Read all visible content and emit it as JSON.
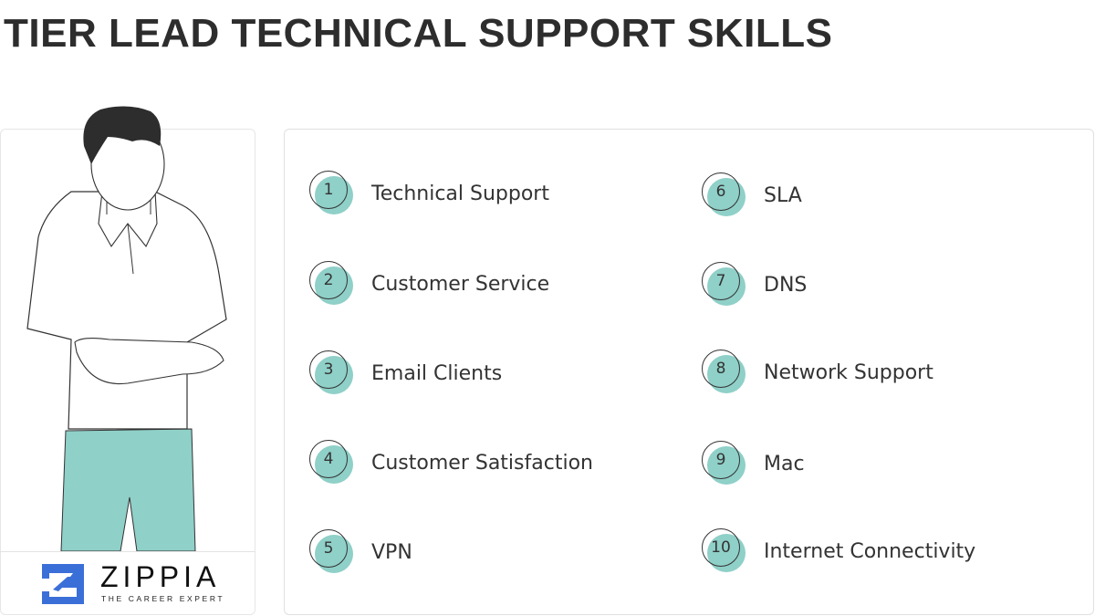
{
  "title": "TIER LEAD TECHNICAL SUPPORT SKILLS",
  "brand": {
    "name": "ZIPPIA",
    "tagline": "THE CAREER EXPERT",
    "color": "#3b6fd8"
  },
  "accent_color": "#8fd0c8",
  "skills": [
    {
      "num": "1",
      "label": "Technical Support"
    },
    {
      "num": "2",
      "label": "Customer Service"
    },
    {
      "num": "3",
      "label": "Email Clients"
    },
    {
      "num": "4",
      "label": "Customer Satisfaction"
    },
    {
      "num": "5",
      "label": "VPN"
    },
    {
      "num": "6",
      "label": "SLA"
    },
    {
      "num": "7",
      "label": "DNS"
    },
    {
      "num": "8",
      "label": "Network Support"
    },
    {
      "num": "9",
      "label": "Mac"
    },
    {
      "num": "10",
      "label": "Internet Connectivity"
    }
  ]
}
